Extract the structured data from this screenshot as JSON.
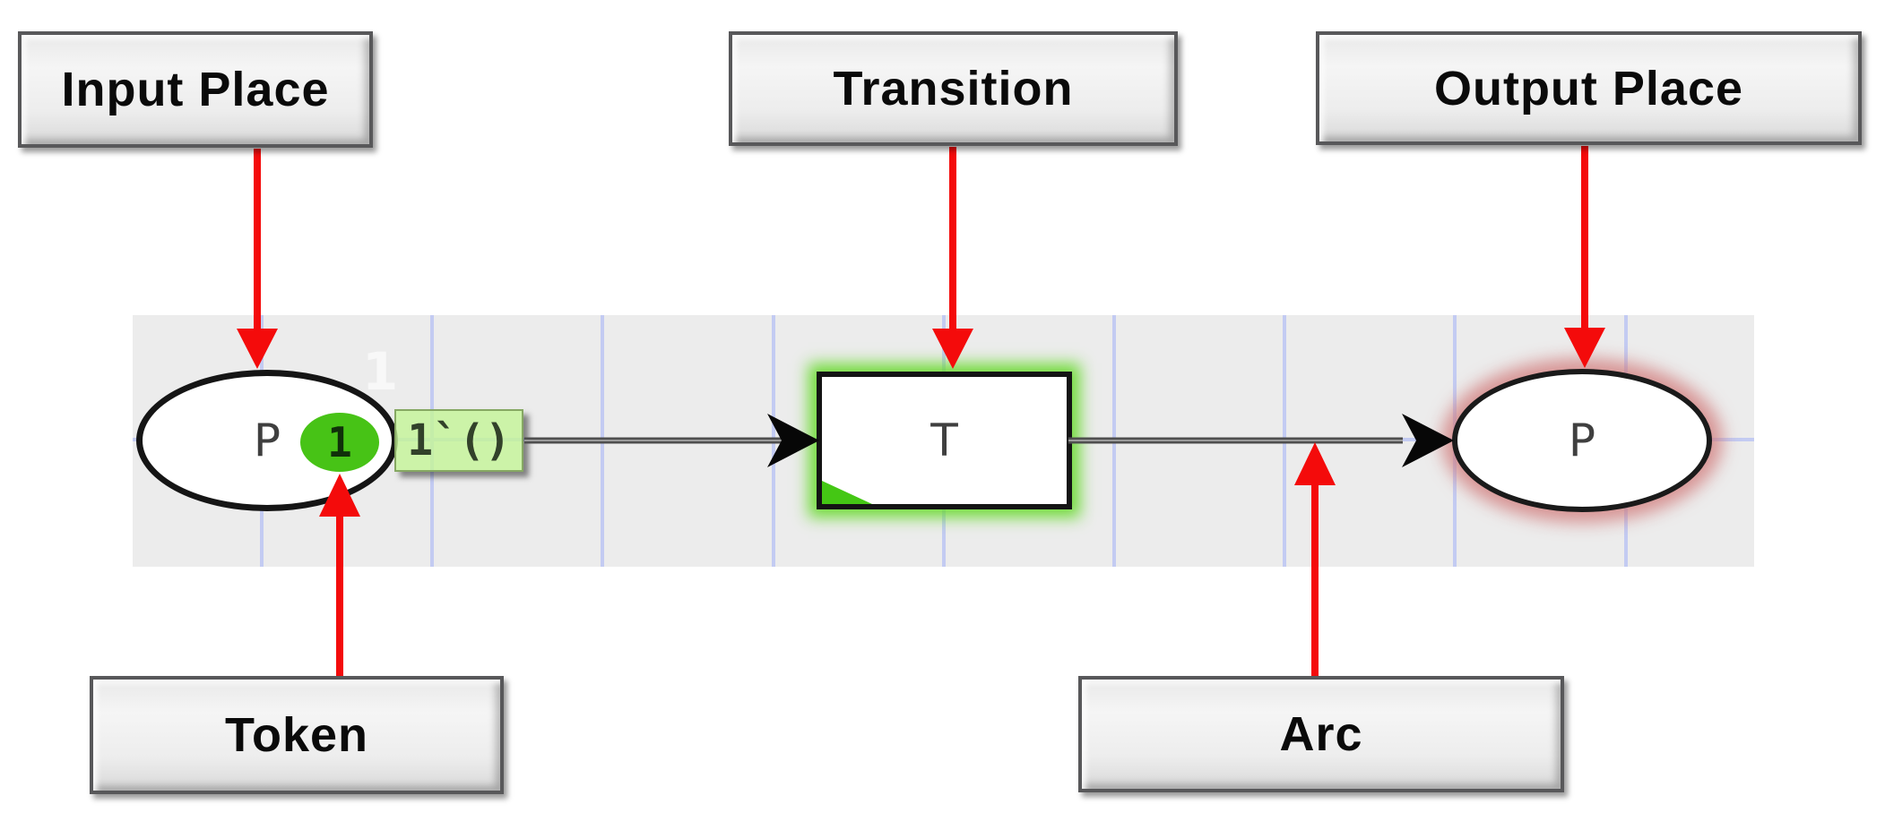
{
  "callouts": {
    "input_place": "Input Place",
    "transition": "Transition",
    "output_place": "Output Place",
    "token": "Token",
    "arc": "Arc"
  },
  "petri_net": {
    "input_place_label": "P",
    "input_place_marking_count": "1",
    "token_value": "1",
    "arc_inscription": "1`()",
    "transition_label": "T",
    "output_place_label": "P"
  },
  "colors": {
    "callout_arrow_red": "#f40b0b",
    "canvas_band_gray": "#ececec",
    "grid_line_blue": "#c3cbf2",
    "token_green": "#47c316",
    "inscription_bg_green": "#c5f498",
    "enabled_glow_green": "#64d928",
    "enabled_wedge_green": "#44c714",
    "output_place_glow_red": "#d08a8a",
    "arc_line_gray": "#4f4f4f",
    "place_fill": "#ffffff"
  }
}
